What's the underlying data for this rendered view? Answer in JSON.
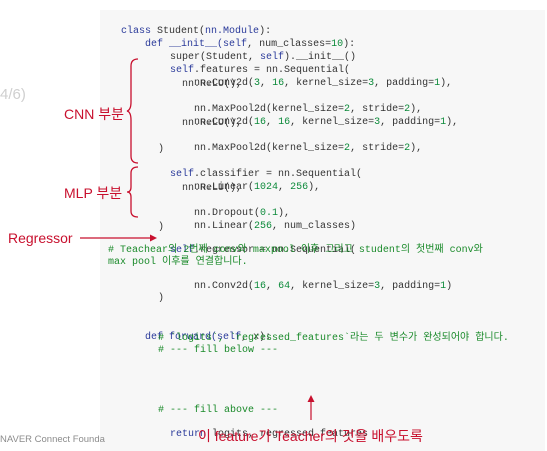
{
  "slide": {
    "page_fragment": "4/6)",
    "footer": "NAVER Connect Founda"
  },
  "annotations": {
    "cnn": "CNN 부분",
    "mlp": "MLP 부분",
    "regressor": "Regressor",
    "bottom": "이 feature가 Teacher의 것을 배우도록"
  },
  "code": {
    "l1": [
      "class",
      " Student(",
      "nn.Module",
      "):"
    ],
    "l2": [
      "def",
      " __init__(",
      "self",
      ", num_classes=",
      "10",
      "):"
    ],
    "l3": [
      "super(Student, ",
      "self",
      ").__init__()"
    ],
    "l4": [
      "self",
      ".features = nn.Sequential("
    ],
    "l5": [
      "nn.Conv2d(",
      "3",
      ", ",
      "16",
      ", kernel_size=",
      "3",
      ", padding=",
      "1",
      "),"
    ],
    "l6": [
      "nn.ReLU(),"
    ],
    "l7": [
      "nn.MaxPool2d(kernel_size=",
      "2",
      ", stride=",
      "2",
      "),"
    ],
    "l8": [
      "nn.Conv2d(",
      "16",
      ", ",
      "16",
      ", kernel_size=",
      "3",
      ", padding=",
      "1",
      "),"
    ],
    "l9": [
      "nn.ReLU(),"
    ],
    "l10": [
      "nn.MaxPool2d(kernel_size=",
      "2",
      ", stride=",
      "2",
      "),"
    ],
    "l11": [
      ")"
    ],
    "l12": [
      "self",
      ".classifier = nn.Sequential("
    ],
    "l13": [
      "nn.Linear(",
      "1024",
      ", ",
      "256",
      "),"
    ],
    "l14": [
      "nn.ReLU(),"
    ],
    "l15": [
      "nn.Dropout(",
      "0.1",
      "),"
    ],
    "l16": [
      "nn.Linear(",
      "256",
      ", num_classes)"
    ],
    "l17": [
      ")"
    ],
    "l18": [
      "self",
      ".regressor = nn.Sequential("
    ],
    "l19": "# Teachear의 2번째 conv와 maxpool 이후 그리고 student의 첫번째 conv와",
    "l20": "max pool 이후를 연결합니다.",
    "l21": [
      "nn.Conv2d(",
      "16",
      ", ",
      "64",
      ", kernel_size=",
      "3",
      ", padding=",
      "1",
      ")"
    ],
    "l22": [
      ")"
    ],
    "l23": [
      "def",
      " forward(",
      "self",
      ", x):"
    ],
    "l24": "# `logits`, `regressed_features`라는 두 변수가 완성되어야 합니다.",
    "l25": "# --- fill below ---",
    "l26": "# --- fill above ---",
    "l27": [
      "return",
      " logits, regressed_features"
    ]
  },
  "colors": {
    "annotation_red": "#c8102e",
    "keyword_blue": "#2a3a9a",
    "comment_green": "#1a8a2a",
    "code_bg": "#f7f7f7"
  }
}
